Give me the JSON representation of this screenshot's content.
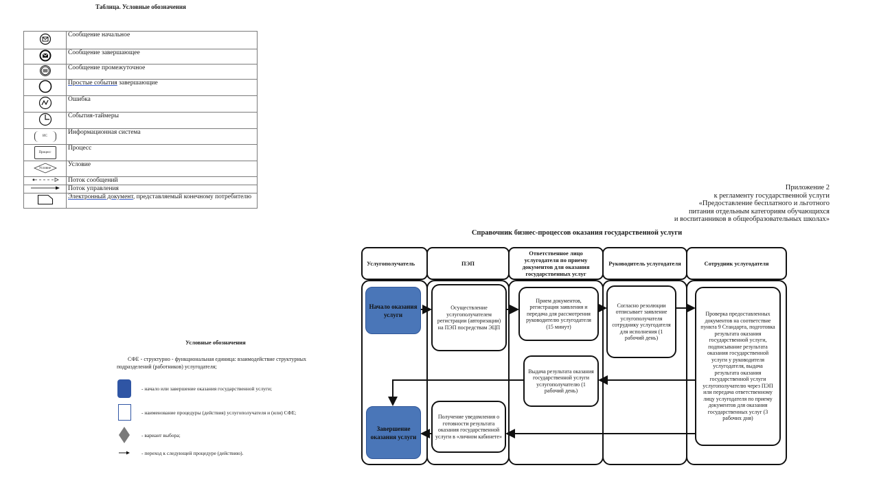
{
  "legend_table": {
    "title": "Таблица. Условные обозначения",
    "rows": [
      {
        "icon": "message-start-icon",
        "label": "Сообщение начальное"
      },
      {
        "icon": "message-end-icon",
        "label": "Сообщение завершающее"
      },
      {
        "icon": "message-intermediate-icon",
        "label": "Сообщение промежуточное"
      },
      {
        "icon": "simple-end-event-icon",
        "label_underlined": "Простые события",
        "label": " завершающие"
      },
      {
        "icon": "error-icon",
        "label": "Ошибка"
      },
      {
        "icon": "timer-icon",
        "label": "События-таймеры"
      },
      {
        "icon": "information-system-icon",
        "icon_text": "ИС",
        "label": "Информационная система"
      },
      {
        "icon": "process-icon",
        "icon_text": "Процесс",
        "label": "Процесс"
      },
      {
        "icon": "condition-icon",
        "icon_text": "Условие",
        "label": "Условие"
      },
      {
        "icon": "message-flow-icon",
        "label": "Поток сообщений"
      },
      {
        "icon": "control-flow-icon",
        "label": "Поток управления"
      },
      {
        "icon": "electronic-document-icon",
        "label_underlined": "Электронный документ",
        "label": ", представляемый конечному потребителю"
      }
    ]
  },
  "appendix": {
    "lines": [
      "Приложение 2",
      "к регламенту государственной услуги",
      "«Предоставление бесплатного и льготного",
      "питания отдельным категориям обучающихся",
      "и воспитанников в общеобразовательных школах»"
    ]
  },
  "diagram": {
    "title": "Справочник бизнес-процессов оказания государственной услуги",
    "lanes": [
      {
        "label": "Услугополучатель"
      },
      {
        "label": "ПЭП"
      },
      {
        "label": "Ответственное лицо услугодателя по приему документов для оказания государственных услуг"
      },
      {
        "label": "Руководитель услугодателя"
      },
      {
        "label": "Сотрудник услугодателя"
      }
    ],
    "steps": {
      "start": "Начало оказания услуги",
      "end": "Завершение оказания услуги",
      "pep_registration": "Осуществление услугополучателем регистрации (авторизации) на ПЭП посредствам ЭЦП",
      "receive_documents": "Прием документов, регистрация заявления и передача для рассмотрения руководителю услугодателя (15 минут)",
      "resolution": "Согласно резолюции отписывает заявление услугополучателя сотруднику услугодателя для исполнения (1 рабочий день)",
      "check_documents": "Проверка предоставленных документов на соответствие пункта 9 Стандарта, подготовка результата оказания государственной услуги, подписывание результата оказания государственной услуги у руководителя услугодателя, выдача результата оказания государственной услуги услугополучателю через ПЭП или передача ответственному лицу услугодателя по приему документов для оказания государственных услуг (3 рабочих дня)",
      "issue_result": "Выдача результата оказания государственной услуги услугополучателю (1 рабочий день)",
      "notification": "Получение уведомления о готовности результата оказания государственной услуги в «личном кабинете»"
    },
    "colors": {
      "start_end_fill": "#4a76b8",
      "start_end_border": "#2f5597"
    }
  },
  "symbols_legend": {
    "title": "Условные обозначения",
    "description": "СФЕ - структурно - функциональная единица: взаимодействие структурных подразделений (работников) услугодателя;",
    "items": [
      {
        "symbol": "blue-rounded-square",
        "label": "- начало или завершение оказания государственной услуги;"
      },
      {
        "symbol": "white-square",
        "label": "- наименование процедуры (действия) услугополучателя и (или) СФЕ;"
      },
      {
        "symbol": "grey-diamond",
        "label": "- вариант выбора;"
      },
      {
        "symbol": "arrow",
        "label": "- переход к следующей процедуре (действию)."
      }
    ]
  }
}
